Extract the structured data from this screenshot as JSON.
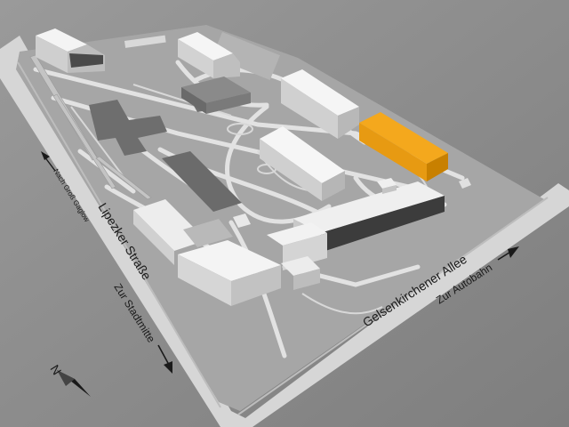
{
  "colors": {
    "ground": "#8c8c8c",
    "campus": "#a9a9a9",
    "road": "#dcdcdc",
    "path": "#e4e4e4",
    "building_roof": "#f2f2f2",
    "building_wall": "#c8c8c8",
    "building_dark": "#5a5a5a",
    "highlight_roof": "#f2a71c",
    "highlight_wall": "#c97d00",
    "text": "#1a1a1a"
  },
  "labels": {
    "street_left": "Lipezker Straße",
    "street_bottom": "Gelsenkirchener Allee",
    "direction_north_left": "Nach Groß Gaglow",
    "direction_city_center": "Zur Stadtmitte",
    "direction_motorway": "Zur Autobahn",
    "compass": "N"
  },
  "highlighted_building": "orange-building"
}
